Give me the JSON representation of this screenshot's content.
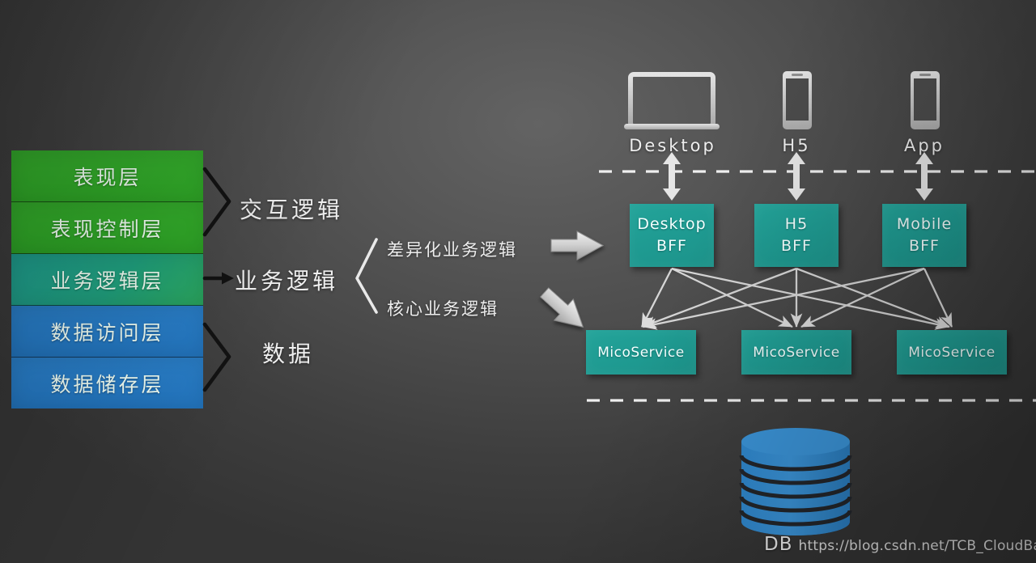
{
  "background": {
    "base_color": "#3e3e3e",
    "center_color": "#636363"
  },
  "layer_stack": {
    "name": "traditional-layered-architecture",
    "layers": [
      {
        "label": "表现层",
        "color": "#2fa827"
      },
      {
        "label": "表现控制层",
        "color": "#2ea526"
      },
      {
        "label": "业务逻辑层",
        "color": "#20a17e"
      },
      {
        "label": "数据访问层",
        "color": "#2376c0"
      },
      {
        "label": "数据储存层",
        "color": "#2376c0"
      }
    ]
  },
  "middle_column": {
    "groups": [
      {
        "label": "交互逻辑",
        "connector": "bracket"
      },
      {
        "label": "业务逻辑",
        "connector": "arrow"
      },
      {
        "label": "数据",
        "connector": "bracket"
      }
    ]
  },
  "branches": [
    {
      "label": "差异化业务逻辑",
      "arrow": "arrow-right",
      "target": "bff-row"
    },
    {
      "label": "核心业务逻辑",
      "arrow": "arrow-down-right",
      "target": "microservice-row"
    }
  ],
  "devices": [
    {
      "label": "Desktop",
      "icon": "laptop-icon"
    },
    {
      "label": "H5",
      "icon": "phone-icon"
    },
    {
      "label": "App",
      "icon": "phone-icon"
    }
  ],
  "bff_row": [
    {
      "line1": "Desktop",
      "line2": "BFF"
    },
    {
      "line1": "H5",
      "line2": "BFF"
    },
    {
      "line1": "Mobile",
      "line2": "BFF"
    }
  ],
  "microservice_row": [
    {
      "label": "MicoService"
    },
    {
      "label": "MicoService"
    },
    {
      "label": "MicoService"
    }
  ],
  "database": {
    "label": "DB",
    "icon": "database-cylinder-icon",
    "color": "#2f87cd",
    "discs": 6
  },
  "watermark": {
    "url": "https://blog.csdn.net/TCB_CloudBase"
  },
  "dividers": {
    "top_dashed": true,
    "bottom_dashed": true,
    "color": "#f0f0f0"
  },
  "colors": {
    "teal": "#1f9b92",
    "green": "#2fa827",
    "blue": "#2376c0",
    "arrow_gray": "#c8c8c8",
    "db_blue": "#2f87cd"
  }
}
